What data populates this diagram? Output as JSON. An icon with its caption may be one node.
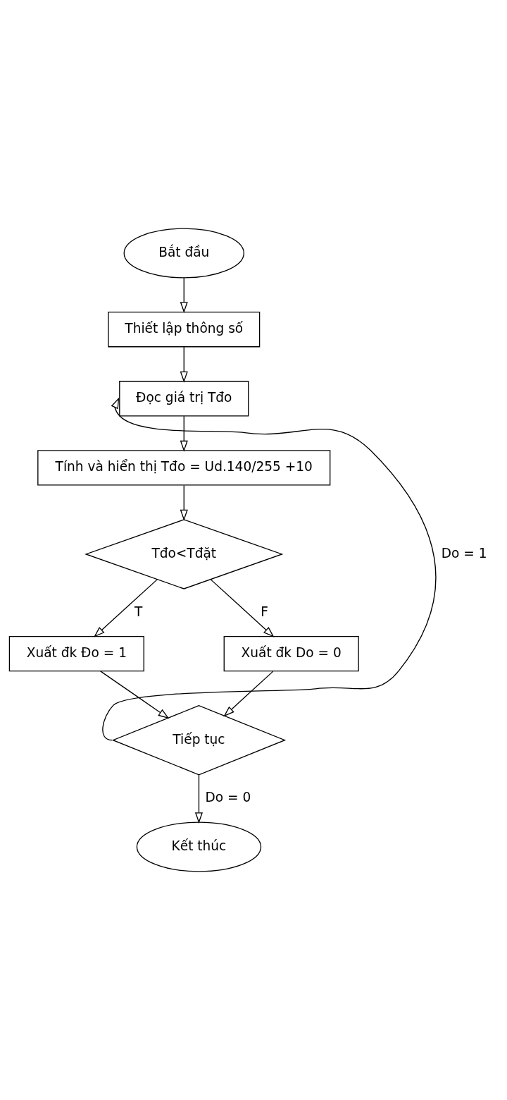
{
  "diagram": {
    "nodes": [
      {
        "text": [
          "Bắt đầu"
        ]
      },
      {
        "text": [
          "Thiết lập thông số"
        ]
      },
      {
        "text": [
          "Đọc giá trị Tđo"
        ]
      },
      {
        "text": [
          "Tính và hiển thị Tđo = Ud.140/255 +10"
        ]
      },
      {
        "text": [
          "Tđo<Tđặt"
        ]
      },
      {
        "text": [
          "Xuất đk Đo = 1"
        ]
      },
      {
        "text": [
          "Xuất đk Do = 0"
        ]
      },
      {
        "text": [
          "Tiếp tục"
        ]
      },
      {
        "text": [
          "Kết thúc"
        ]
      }
    ],
    "edges": [
      {
        "from": 0,
        "to": 1,
        "arrow": "to"
      },
      {
        "from": 1,
        "to": 2,
        "arrow": "to"
      },
      {
        "from": 2,
        "to": 3,
        "arrow": "to"
      },
      {
        "from": 3,
        "to": 4,
        "arrow": "to"
      },
      {
        "from": 4,
        "to": 5,
        "label": "T",
        "arrow": "to"
      },
      {
        "from": 4,
        "to": 6,
        "label": "F",
        "arrow": "to"
      },
      {
        "from": 5,
        "to": 7,
        "arrow": "to"
      },
      {
        "from": 6,
        "to": 7,
        "arrow": "to"
      },
      {
        "from": 7,
        "to": 2,
        "label": "Do = 1",
        "arrow": "to"
      },
      {
        "from": 7,
        "to": 8,
        "label": "Do = 0",
        "arrow": "to"
      }
    ]
  }
}
